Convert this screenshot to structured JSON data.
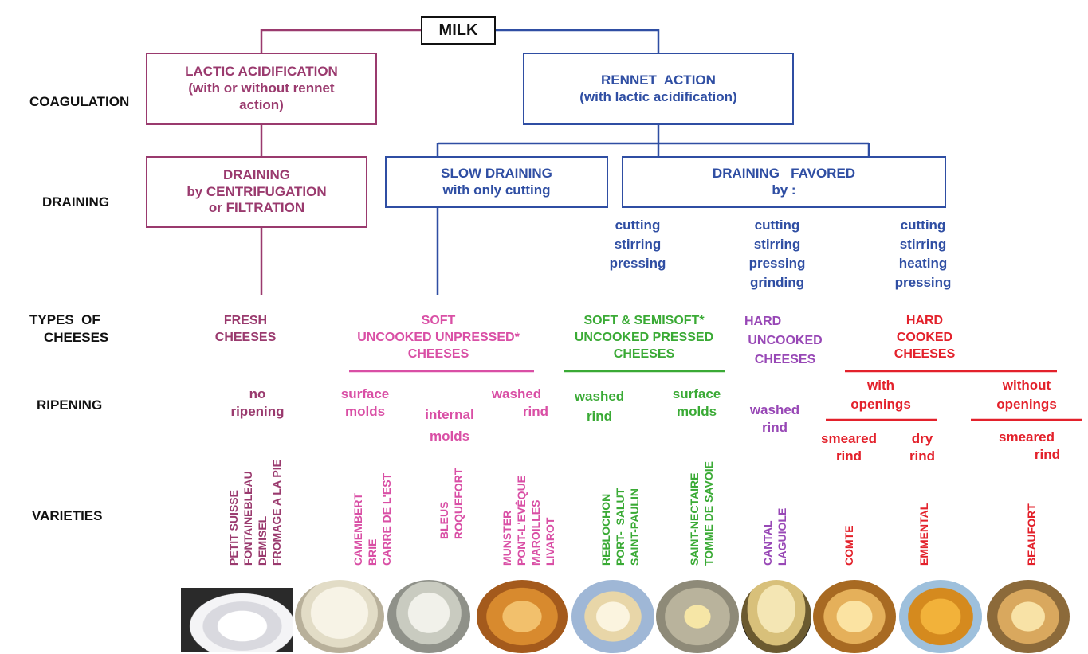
{
  "title": "MILK",
  "row_labels": {
    "coagulation": "COAGULATION",
    "draining": "DRAINING",
    "types": [
      "TYPES  OF",
      "CHEESES"
    ],
    "ripening": "RIPENING",
    "varieties": "VARIETIES"
  },
  "coagulation": {
    "lactic": [
      "LACTIC ACIDIFICATION",
      "(with or without rennet",
      "action)"
    ],
    "rennet": [
      "RENNET  ACTION",
      "(with lactic acidification)"
    ]
  },
  "draining": {
    "centrifugation": [
      "DRAINING",
      "by CENTRIFUGATION",
      "or FILTRATION"
    ],
    "slow": [
      "SLOW DRAINING",
      "with only cutting"
    ],
    "favored": [
      "DRAINING   FAVORED",
      "by :"
    ],
    "methods": [
      [
        "cutting",
        "stirring",
        "pressing"
      ],
      [
        "cutting",
        "stirring",
        "pressing",
        "grinding"
      ],
      [
        "cutting",
        "stirring",
        "heating",
        "pressing"
      ]
    ]
  },
  "types": {
    "fresh": [
      "FRESH",
      "CHEESES"
    ],
    "soft": [
      "SOFT",
      "UNCOOKED UNPRESSED*",
      "CHEESES"
    ],
    "semisoft": [
      "SOFT & SEMISOFT*",
      "UNCOOKED PRESSED",
      "CHEESES"
    ],
    "hard_uncooked": [
      "HARD",
      "UNCOOKED",
      "CHEESES"
    ],
    "hard_cooked": [
      "HARD",
      "COOKED",
      "CHEESES"
    ]
  },
  "ripening": {
    "no_ripening": [
      "no",
      "ripening"
    ],
    "surface_molds_soft": [
      "surface",
      "molds"
    ],
    "internal_molds": [
      "internal",
      "molds"
    ],
    "washed_rind_soft": [
      "washed",
      "rind"
    ],
    "washed_rind_pressed": [
      "washed",
      "rind"
    ],
    "surface_molds_pressed": [
      "surface",
      "molds"
    ],
    "washed_rind_hard": [
      "washed",
      "rind"
    ],
    "with_openings": [
      "with",
      "openings"
    ],
    "without_openings": [
      "without",
      "openings"
    ],
    "smeared_rind_1": [
      "smeared",
      "rind"
    ],
    "dry_rind": [
      "dry",
      "rind"
    ],
    "smeared_rind_2": [
      "smeared",
      "rind"
    ]
  },
  "varieties": {
    "fresh": [
      "PETIT SUISSE",
      "FONTAINEBLEAU",
      "DEMISEL",
      "FROMAGE A LA PIE"
    ],
    "surface_molds": [
      "CAMEMBERT",
      "BRIE",
      "CARRE DE L'EST"
    ],
    "internal_molds": [
      "BLEUS",
      "ROQUEFORT"
    ],
    "washed_soft": [
      "MUNSTER",
      "PONT-L'EVÊQUE",
      "MAROILLES",
      "LIVAROT"
    ],
    "washed_pressed": [
      "REBLOCHON",
      "PORT-  SALUT",
      "SAINT-PAULIN"
    ],
    "surface_pressed": [
      "SAINT-NECTAIRE",
      "TOMME DE SAVOIE"
    ],
    "hard_uncooked": [
      "CANTAL",
      "LAGUIOLE"
    ],
    "comte": [
      "COMTE"
    ],
    "emmental": [
      "EMMENTAL"
    ],
    "beaufort": [
      "BEAUFORT"
    ]
  },
  "colors": {
    "plum": "#9a3a6e",
    "blue": "#2f4ea3",
    "pink": "#d94fa5",
    "green": "#3aaa35",
    "purple": "#9848b6",
    "red": "#e3212b",
    "black": "#111111"
  },
  "photos": [
    {
      "name": "photo-fresh-cheese",
      "shape": "square",
      "color": "#e9e9ec"
    },
    {
      "name": "photo-camembert-brie",
      "shape": "round",
      "color": "#efe9d6"
    },
    {
      "name": "photo-bleus-roquefort",
      "shape": "round",
      "color": "#dfe0d8"
    },
    {
      "name": "photo-washed-soft-cheeses",
      "shape": "round",
      "color": "#e6a650"
    },
    {
      "name": "photo-reblochon",
      "shape": "round",
      "color": "#d6c9a6"
    },
    {
      "name": "photo-saint-nectaire",
      "shape": "round",
      "color": "#c9c2a8"
    },
    {
      "name": "photo-cantal",
      "shape": "round",
      "color": "#e8d9a6"
    },
    {
      "name": "photo-comte",
      "shape": "round",
      "color": "#e2b46a"
    },
    {
      "name": "photo-emmental",
      "shape": "round",
      "color": "#e0a43e"
    },
    {
      "name": "photo-beaufort",
      "shape": "round",
      "color": "#dcb978"
    }
  ]
}
